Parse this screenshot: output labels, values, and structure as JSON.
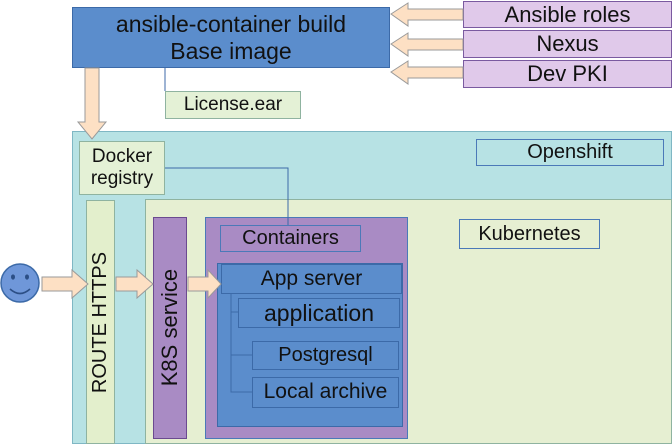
{
  "build": {
    "title_line1": "ansible-container build",
    "title_line2": "Base image",
    "license": "License.ear"
  },
  "inputs": [
    "Ansible roles",
    "Nexus",
    "Dev PKI"
  ],
  "registry": {
    "line1": "Docker",
    "line2": "registry"
  },
  "openshift": {
    "label": "Openshift"
  },
  "kubernetes": {
    "label": "Kubernetes"
  },
  "route": {
    "label": "ROUTE HTTPS"
  },
  "k8s_service": {
    "label": "K8S service"
  },
  "containers": {
    "label": "Containers",
    "items": [
      "App server",
      "application",
      "Postgresql",
      "Local archive"
    ]
  },
  "colors": {
    "build_fill": "#5b8dcc",
    "input_fill": "#e0c9ea",
    "openshift_fill": "#b7e2e4",
    "kubernetes_fill": "#e6efd2",
    "green_box": "#e4f1d6",
    "route_fill": "#e3efcc",
    "service_fill": "#a98bc4",
    "containers_fill": "#a98bc4",
    "inner_fill": "#5b8dcc",
    "arrow_fill": "#fde0c4",
    "user_fill": "#6f97d9"
  },
  "icons": {
    "user": "smiley-user-icon"
  }
}
